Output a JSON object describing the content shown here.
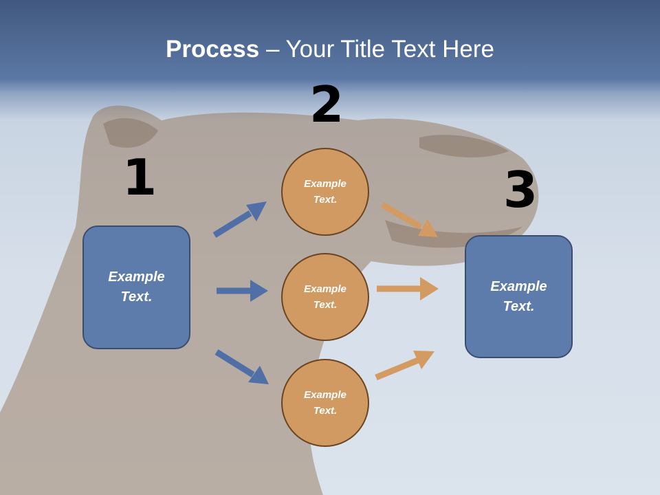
{
  "title": {
    "bold": "Process",
    "rest": " – Your Title Text Here"
  },
  "numbers": {
    "n1": "1",
    "n2": "2",
    "n3": "3"
  },
  "left_box": {
    "line1": "Example",
    "line2": "Text."
  },
  "right_box": {
    "line1": "Example",
    "line2": "Text."
  },
  "circles": [
    {
      "line1": "Example",
      "line2": "Text."
    },
    {
      "line1": "Example",
      "line2": "Text."
    },
    {
      "line1": "Example",
      "line2": "Text."
    }
  ],
  "colors": {
    "blue": "#5e7cab",
    "orange": "#d19a62",
    "blue_arrow": "#4f6fa6",
    "orange_arrow": "#d39a62"
  }
}
